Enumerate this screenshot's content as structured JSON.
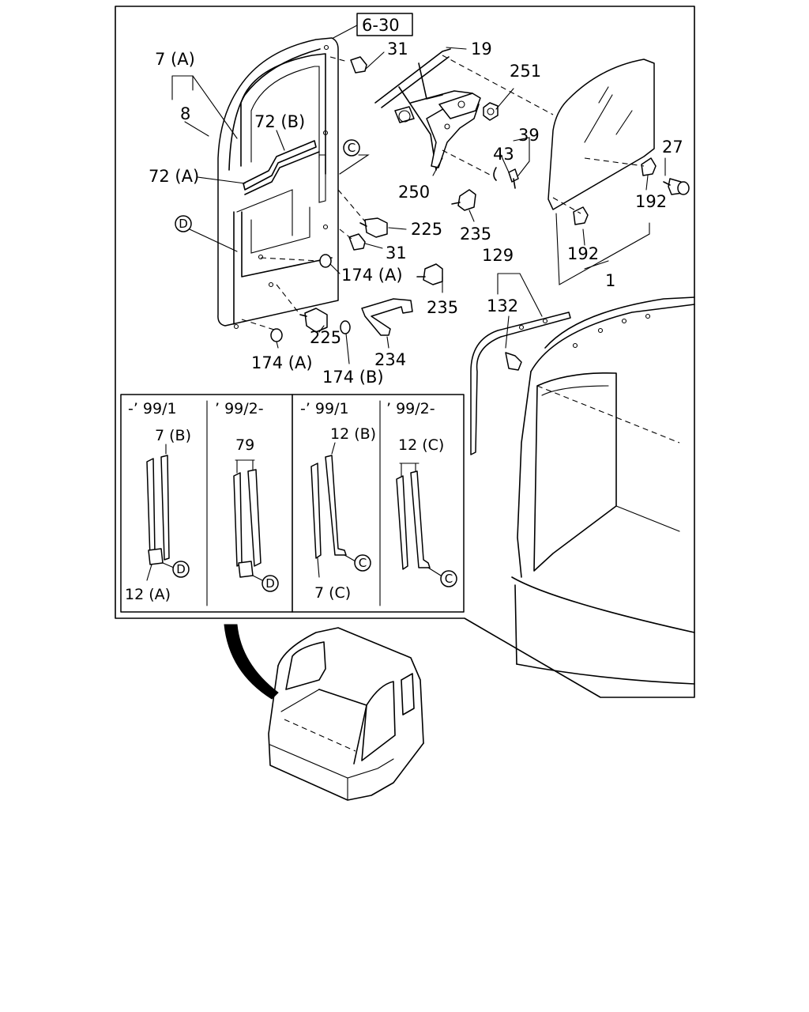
{
  "reference_box": "6-30",
  "callouts": {
    "c7a": "7 (A)",
    "c8": "8",
    "c72b": "72 (B)",
    "c72a": "72 (A)",
    "c31a": "31",
    "c19": "19",
    "c251": "251",
    "c39": "39",
    "c43": "43",
    "c27": "27",
    "c250": "250",
    "c192a": "192",
    "c192b": "192",
    "c225a": "225",
    "c235a": "235",
    "c31b": "31",
    "c129": "129",
    "c174a1": "174 (A)",
    "c235b": "235",
    "c132": "132",
    "c1": "1",
    "c225b": "225",
    "c234": "234",
    "c174a2": "174 (A)",
    "c174b": "174 (B)"
  },
  "circle_refs": {
    "c": "C",
    "d": "D"
  },
  "variants": [
    {
      "period": "-’ 99/1",
      "label_top": "7 (B)",
      "label_bottom": "12 (A)",
      "ref": "D"
    },
    {
      "period": "’ 99/2-",
      "label_top": "79",
      "label_bottom": "",
      "ref": "D"
    },
    {
      "period": "-’ 99/1",
      "label_top": "12 (B)",
      "label_bottom": "7 (C)",
      "ref": "C"
    },
    {
      "period": "’ 99/2-",
      "label_top": "12 (C)",
      "label_bottom": "",
      "ref": "C"
    }
  ]
}
